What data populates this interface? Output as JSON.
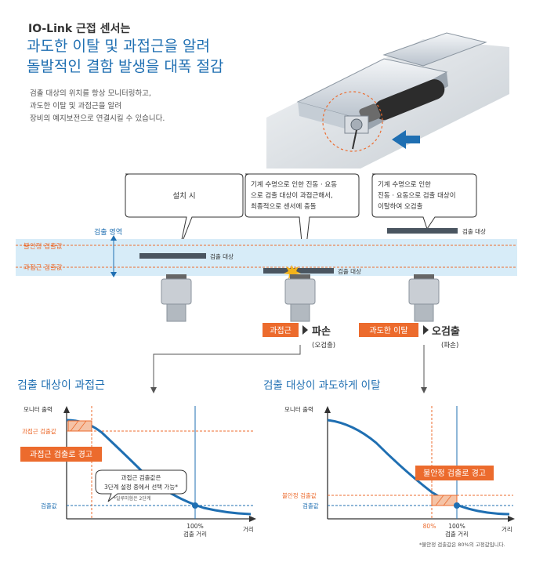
{
  "brand": "IO-Link 근접 센서는",
  "headline": [
    "과도한 이탈 및 과접근을 알려",
    "돌발적인 결함 발생을 대폭 절감"
  ],
  "description": [
    "검출 대상의 위치를 항상 모니터링하고,",
    "과도한 이탈 및 과접근을 알려",
    "장비의 예지보전으로 연결시킬 수 있습니다."
  ],
  "callouts": {
    "install": "설치 시",
    "approach": [
      "기계 수명으로 인한 진동 · 요동",
      "으로 검출 대상이 과접근해서,",
      "최종적으로 센서에 충돌"
    ],
    "departure": [
      "기계 수명으로 인한",
      "진동 · 요동으로 검출 대상이",
      "이탈하여 오검출"
    ]
  },
  "zone": {
    "area_label": "검출 영역",
    "unstable_label": "불안정 검출값",
    "approach_label": "과접근 검출값",
    "target_label": "검출 대상"
  },
  "results": {
    "approach_tag": "과접근",
    "approach_result": "파손",
    "approach_sub": "(오검출)",
    "departure_tag": "과도한 이탈",
    "departure_result": "오검출",
    "departure_sub": "(파손)"
  },
  "graph_left": {
    "title": "검출 대상이 과접근",
    "y_axis": "모니터 출력",
    "x_axis": "거리",
    "level_high": "과접근 검출값",
    "level_detect": "검출값",
    "alert": "과접근 검출로 경고",
    "bubble": [
      "과접근 검출값은",
      "3단계 설정 중에서 선택 가능*"
    ],
    "bubble_note": "*일루미험은 2단계",
    "x_mark": [
      "100%",
      "검출 거리"
    ]
  },
  "graph_right": {
    "title": "검출 대상이 과도하게 이탈",
    "y_axis": "모니터 출력",
    "x_axis": "거리",
    "level_unstable": "불안정 검출값",
    "level_detect": "검출값",
    "alert": "불안정 검출로 경고",
    "x_mark_80": "80%",
    "x_mark": [
      "100%",
      "검출 거리"
    ],
    "footnote": "*불안정 검출값은 80%의 고정값입니다."
  },
  "colors": {
    "blue": "#1f6fb2",
    "orange": "#ec6b2d",
    "zone": "#d7ecf8"
  },
  "icons": [
    "arrow-down-icon",
    "arrow-right-icon",
    "spark-icon",
    "sensor-icon"
  ]
}
